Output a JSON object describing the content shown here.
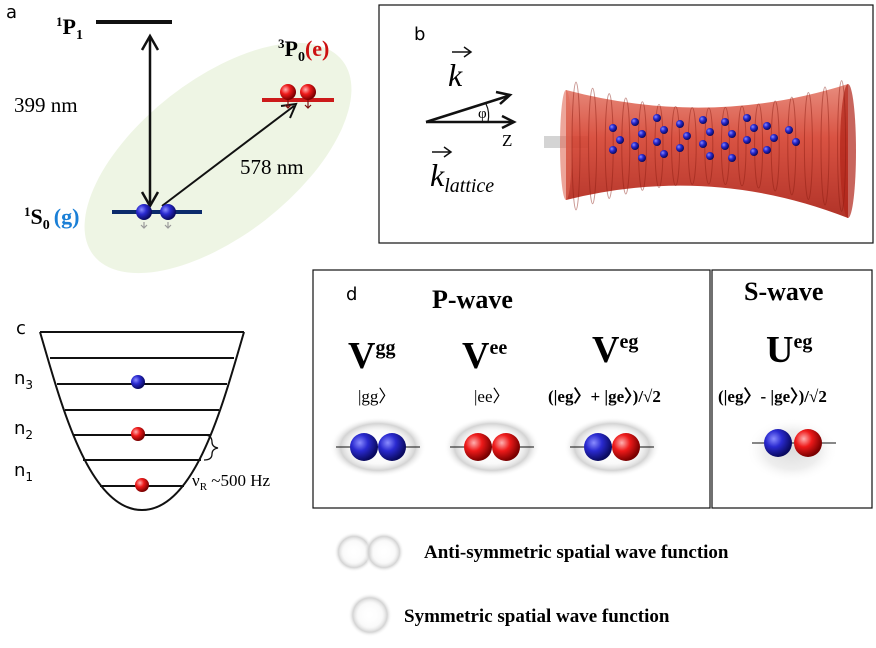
{
  "panels": {
    "a": {
      "letter": "a",
      "state_p1": {
        "sup": "1",
        "main": "P",
        "sub": "1"
      },
      "state_p0": {
        "sup": "3",
        "main": "P",
        "sub": "0",
        "tag": "(e)"
      },
      "state_s0": {
        "sup": "1",
        "main": "S",
        "sub": "0",
        "tag": "(g)"
      },
      "wavelength_399": "399 nm",
      "wavelength_578": "578 nm"
    },
    "b": {
      "letter": "b",
      "k_label": "k",
      "phi_label": "φ",
      "z_label": "Z",
      "k_lattice_main": "k",
      "k_lattice_sub": "lattice"
    },
    "c": {
      "letter": "c",
      "levels": [
        {
          "main": "n",
          "sub": "3"
        },
        {
          "main": "n",
          "sub": "2"
        },
        {
          "main": "n",
          "sub": "1"
        }
      ],
      "nu_main": "ν",
      "nu_sub": "R",
      "nu_value": " ~500 Hz"
    },
    "d": {
      "letter": "d",
      "pwave_title": "P-wave",
      "swave_title": "S-wave",
      "columns": [
        {
          "main": "V",
          "sup": "gg",
          "ket": "|gg〉"
        },
        {
          "main": "V",
          "sup": "ee",
          "ket": "|ee〉"
        },
        {
          "main": "V",
          "sup": "eg",
          "ket": "(|eg〉+ |ge〉)/√2"
        },
        {
          "main": "U",
          "sup": "eg",
          "ket": "(|eg〉- |ge〉)/√2"
        }
      ]
    }
  },
  "legend": {
    "antisymmetric": "Anti-symmetric spatial wave function",
    "symmetric": "Symmetric spatial wave function"
  },
  "colors": {
    "ground_blue": "#2222aa",
    "excited_red": "#dd1111",
    "tag_blue": "#1a7fd6",
    "tag_red": "#cc1111",
    "level_navy": "#0b2a6b",
    "level_red": "#cc1a1a",
    "lattice_red": "#d43a2a",
    "ellipse_green": "#eef5e4"
  }
}
